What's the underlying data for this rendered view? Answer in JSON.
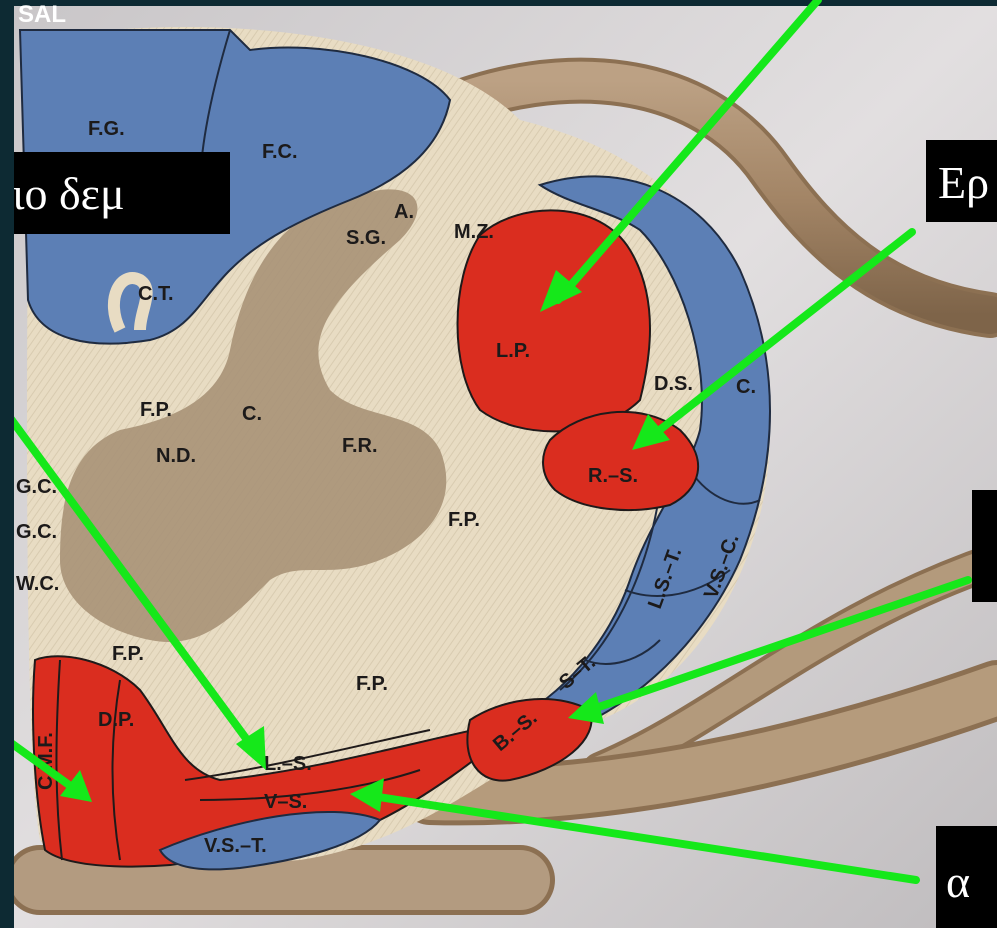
{
  "colors": {
    "frame": "#0d2a33",
    "background": "#d4d0d0",
    "white_matter": "#e7dcc4",
    "grey_matter": "#a99478",
    "blue_tract": "#5c7fb5",
    "red_tract": "#da2d1f",
    "nerve": "#a48a6c",
    "arrow": "#15e81a",
    "label_box": "#000000",
    "label_text": "#ffffff"
  },
  "corner_text": "SAL",
  "regions": {
    "fg": "F.G.",
    "fc": "F.C.",
    "ct": "C.T.",
    "a": "A.",
    "mz": "M.Z.",
    "sg": "S.G.",
    "lp": "L.P.",
    "ds": "D.S.",
    "c_right": "C.",
    "rs": "R.–S.",
    "fp_left": "F.P.",
    "c_center": "C.",
    "nd": "N.D.",
    "fr": "F.R.",
    "gc1": "G.C.",
    "gc2": "G.C.",
    "wc": "W.C.",
    "fp_mid": "F.P.",
    "lst": "L.S.–T.",
    "vsc": "V.S.–C.",
    "st": "S–T.",
    "fp_low": "F.P.",
    "fp_bottom": "F.P.",
    "bs": "B.–S.",
    "cmf": "C.M.F.",
    "dp": "D.P.",
    "ls": "L.–S.",
    "vs": "V–S.",
    "vst": "V.S.–T."
  },
  "callouts": {
    "left": "αιο δεμ",
    "right_top": "Ερ",
    "right_bottom": "α"
  }
}
